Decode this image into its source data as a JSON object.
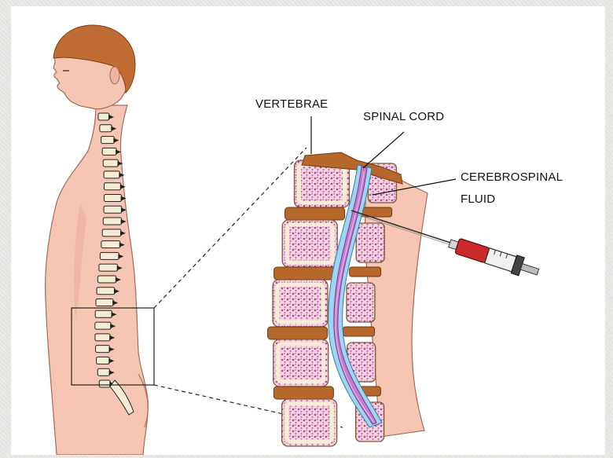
{
  "labels": {
    "vertebrae": "VERTEBRAE",
    "spinal_cord": "SPINAL CORD",
    "csf_line1": "CEREBROSPINAL",
    "csf_line2": "FLUID"
  },
  "colors": {
    "skin": "#f7c5b4",
    "skin_shade": "#ecb0a0",
    "hair": "#bf6a33",
    "bone": "#f6ecd6",
    "marrow": "#c05a98",
    "disc": "#b5682a",
    "cord": "#c47cd0",
    "csf": "#9fd4f2",
    "syringe_red": "#cc2a2a"
  }
}
